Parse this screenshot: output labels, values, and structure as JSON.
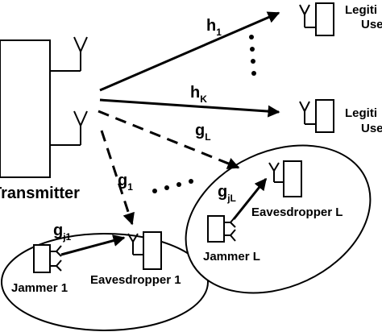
{
  "transmitter": {
    "label": "Transmitter"
  },
  "legitimate_users": [
    {
      "label_line1": "Legiti",
      "label_line2": "Use"
    },
    {
      "label_line1": "Legiti",
      "label_line2": "Use"
    }
  ],
  "channels": {
    "h1": {
      "base": "h",
      "sub": "1"
    },
    "hK": {
      "base": "h",
      "sub": "K"
    },
    "gL": {
      "base": "g",
      "sub": "L"
    },
    "g1": {
      "base": "g",
      "sub": "1"
    },
    "gj1": {
      "base": "g",
      "sub": "j1"
    },
    "gjL": {
      "base": "g",
      "sub": "jL"
    }
  },
  "group_1": {
    "jammer": "Jammer 1",
    "eavesdropper": "Eavesdropper 1"
  },
  "group_L": {
    "jammer": "Jammer L",
    "eavesdropper": "Eavesdropper L"
  }
}
